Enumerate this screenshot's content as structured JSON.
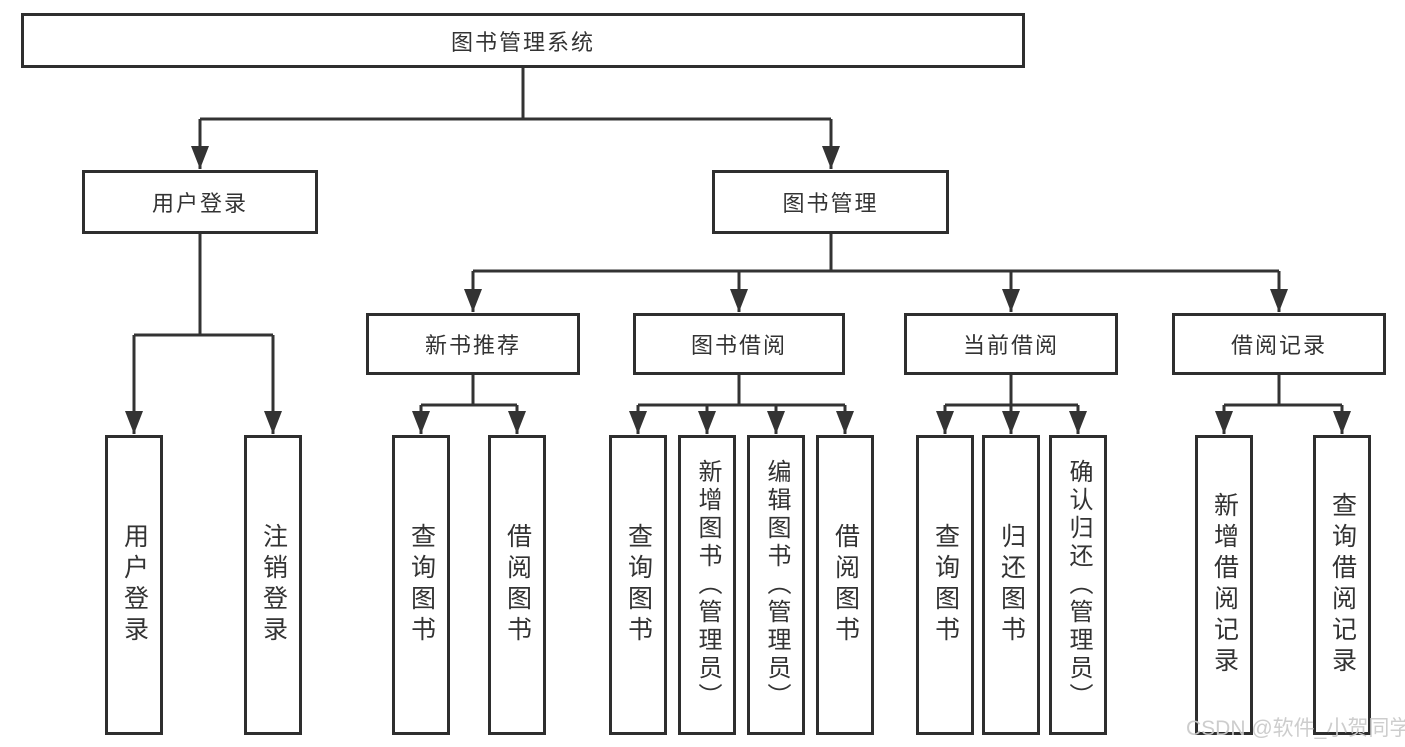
{
  "root": {
    "label": "图书管理系统"
  },
  "level2": [
    {
      "label": "用户登录"
    },
    {
      "label": "图书管理"
    }
  ],
  "level3": [
    {
      "label": "新书推荐"
    },
    {
      "label": "图书借阅"
    },
    {
      "label": "当前借阅"
    },
    {
      "label": "借阅记录"
    }
  ],
  "leaves": {
    "login": [
      "用户登录",
      "注销登录"
    ],
    "recommend": [
      "查询图书",
      "借阅图书"
    ],
    "borrow": [
      "查询图书",
      "新增图书（管理员）",
      "编辑图书（管理员）",
      "借阅图书"
    ],
    "current": [
      "查询图书",
      "归还图书",
      "确认归还（管理员）"
    ],
    "record": [
      "新增借阅记录",
      "查询借阅记录"
    ]
  },
  "watermark": "CSDN @软件_小贺同学",
  "colors": {
    "line": "#333333",
    "box_border": "#2e2e2e",
    "text": "#333333",
    "watermark": "#cacaca",
    "background": "#ffffff"
  }
}
